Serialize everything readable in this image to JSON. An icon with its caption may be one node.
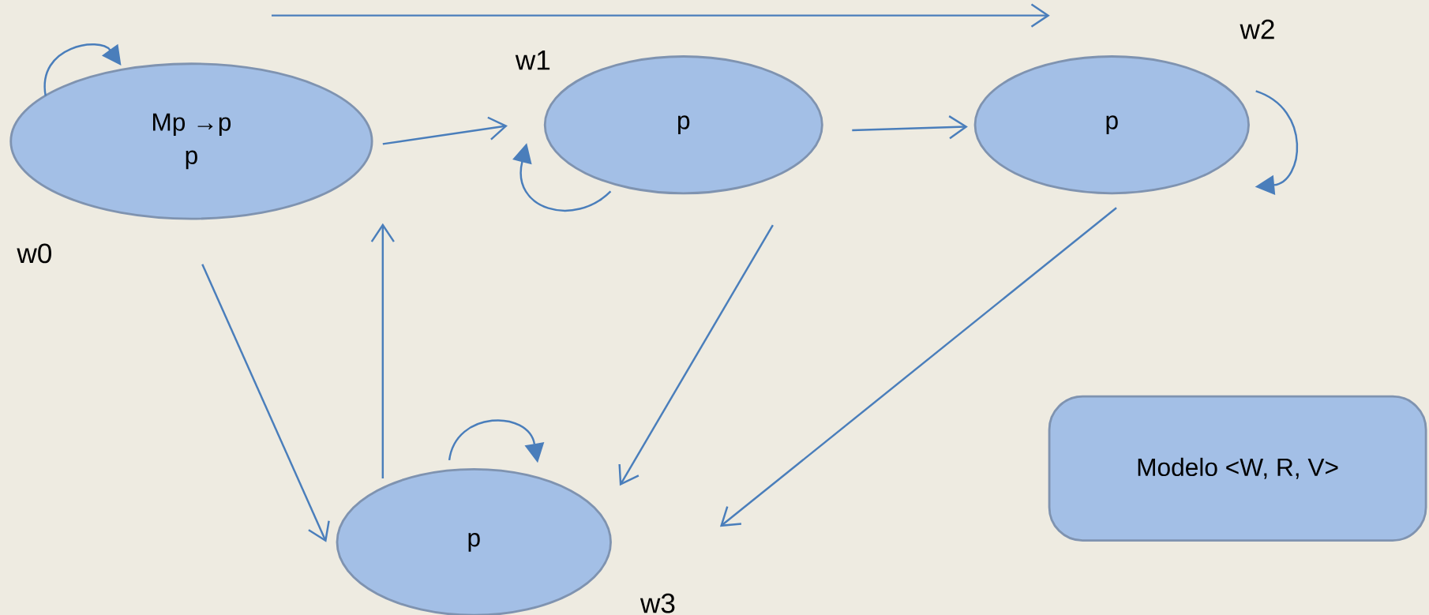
{
  "diagram": {
    "nodes": [
      {
        "text": [
          "Mp →p",
          "p"
        ],
        "beside": [
          "w0"
        ]
      },
      {
        "text": [
          "p"
        ],
        "beside": [
          "w1"
        ]
      },
      {
        "text": [
          "p"
        ],
        "beside": [
          "w2"
        ]
      },
      {
        "text": [
          "p"
        ],
        "beside": [
          "w3"
        ]
      },
      {
        "text": [
          "Modelo <W, R, V>"
        ]
      }
    ],
    "edges": [
      {
        "from": 0,
        "to": 0,
        "arrow": "to"
      },
      {
        "from": 0,
        "to": 1,
        "arrow": "to"
      },
      {
        "from": 1,
        "to": 1,
        "arrow": "to"
      },
      {
        "from": 1,
        "to": 2,
        "arrow": "to"
      },
      {
        "from": 2,
        "to": 2,
        "arrow": "to"
      },
      {
        "from": 0,
        "to": 2,
        "arrow": "to"
      },
      {
        "from": 0,
        "to": 3,
        "arrow": "to"
      },
      {
        "from": 3,
        "to": 0,
        "arrow": "to"
      },
      {
        "from": 1,
        "to": 3,
        "arrow": "to"
      },
      {
        "from": 2,
        "to": 3,
        "arrow": "to"
      },
      {
        "from": 3,
        "to": 3,
        "arrow": "to"
      }
    ]
  }
}
